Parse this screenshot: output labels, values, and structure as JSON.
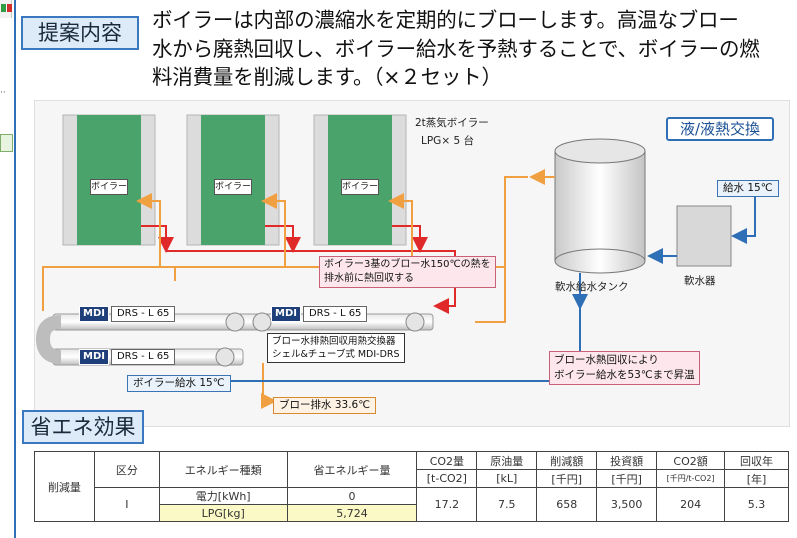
{
  "proposal_tag": "提案内容",
  "headline": {
    "line1": "ボイラーは内部の濃縮水を定期的にブローします。高温なブロー",
    "line2": "水から廃熱回収し、ボイラー給水を予熱することで、ボイラーの燃",
    "line3": "料消費量を削減します。（×２セット）"
  },
  "diagram": {
    "boilers": [
      "ボイラー",
      "ボイラー",
      "ボイラー"
    ],
    "boiler_spec_1": "2t蒸気ボイラー",
    "boiler_spec_2": "LPG× 5 台",
    "exchange_type": "液/液熱交換",
    "feed_water": "給水 15℃",
    "softener": "軟水器",
    "tank": "軟水給水タンク",
    "blow_note_1": "ボイラー3基のブロー水150℃の熱を",
    "blow_note_2": "排水前に熱回収する",
    "hx_logo": "MDI",
    "hx_models": [
      "DRS - L 65",
      "DRS - L 65",
      "DRS - L 65"
    ],
    "hx_desc_1": "ブロー水排熱回収用熱交換器",
    "hx_desc_2": "シェル&チューブ式 MDI-DRS",
    "recovery_note_1": "ブロー水熱回収により",
    "recovery_note_2": "ボイラー給水を53℃まで昇温",
    "boiler_feed": "ボイラー給水 15℃",
    "blow_drain": "ブロー排水 33.6℃"
  },
  "effect_tag": "省エネ効果",
  "table": {
    "row_header": "削減量",
    "h_kubun": "区分",
    "h_energy_type": "エネルギー種類",
    "h_saving": "省エネルギー量",
    "h_co2": "CO2量",
    "h_co2_unit": "[t-CO2]",
    "h_oil": "原油量",
    "h_oil_unit": "[kL]",
    "h_cut": "削減額",
    "h_cut_unit": "[千円]",
    "h_invest": "投資額",
    "h_invest_unit": "[千円]",
    "h_co2amt": "CO2額",
    "h_co2amt_unit": "[千円/t-CO2]",
    "h_payback": "回収年",
    "h_payback_unit": "[年]",
    "kubun": "Ⅰ",
    "type_1": "電力[kWh]",
    "saving_1": "0",
    "type_2": "LPG[kg]",
    "saving_2": "5,724",
    "co2": "17.2",
    "oil": "7.5",
    "cut": "658",
    "invest": "3,500",
    "co2amt": "204",
    "payback": "5.3"
  },
  "colors": {
    "accent_blue": "#2f6fb5",
    "hot_red": "#e02a2a",
    "preheat_orange": "#f0a040",
    "cold_blue": "#2f6fb5",
    "boiler_green": "#4aa36a",
    "highlight_yellow": "#fbf9c6"
  }
}
